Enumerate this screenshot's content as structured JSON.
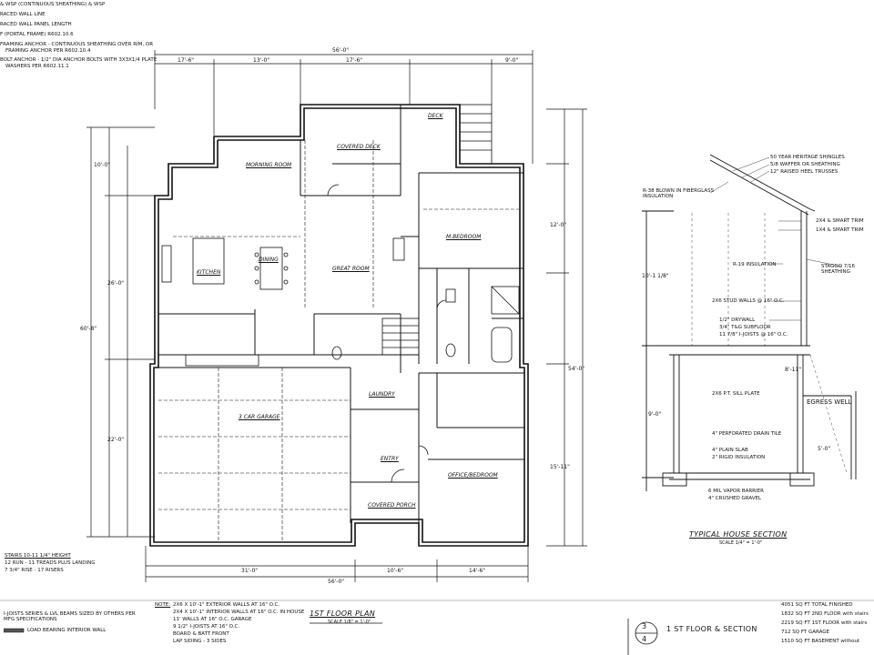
{
  "general_notes": [
    "& WSP (CONTINUOUS SHEATHING) & WSP",
    "RACED WALL LINE",
    "RACED WALL PANEL LENGTH",
    "F (PORTAL FRAME) R602.10.6",
    "FRAMING ANCHOR - CONTINUOUS SHEATHING OVER RIM, OR",
    "FRAMING ANCHOR PER R602.10.4",
    "BOLT ANCHOR - 1/2\" DIA ANCHOR BOLTS WITH 3X3X1/4 PLATE",
    "WASHERS PER R602.11.1"
  ],
  "rooms": {
    "morning_room": "MORNING ROOM",
    "kitchen": "KITCHEN",
    "dining": "DINING",
    "great_room": "GREAT ROOM",
    "m_bedroom": "M.BEDROOM",
    "covered_deck": "COVERED DECK",
    "deck": "DECK",
    "garage": "3 CAR GARAGE",
    "laundry": "LAUNDRY",
    "entry": "ENTRY",
    "office": "OFFICE/BEDROOM",
    "covered_porch": "COVERED PORCH"
  },
  "dimensions": {
    "overall_top": "56'-0\"",
    "overall_bottom": "56'-0\"",
    "top_left": "17'-6\"",
    "top_mid": "13'-0\"",
    "top_mid2": "17'-6\"",
    "top_right": "9'-0\"",
    "bottom_left": "31'-0\"",
    "bottom_mid": "10'-6\"",
    "bottom_right": "14'-6\"",
    "left_overall": "60'-8\"",
    "right_overall": "54'-0\"",
    "left_a": "10'-0\"",
    "left_b": "26'-0\"",
    "left_c": "22'-0\"",
    "right_a": "12'-0\"",
    "right_b": "15'-11\""
  },
  "plan_title": "1ST FLOOR PLAN",
  "plan_scale": "SCALE 1/8\" = 1'-0\"",
  "section_title": "TYPICAL HOUSE SECTION",
  "section_scale": "SCALE 1/4\" = 1'-0\"",
  "section_notes": [
    "50 YEAR HERITAGE SHINGLES",
    "5/8 WAFFER OR SHEATHING",
    "12\" RAISED HEEL TRUSSES",
    "R-38 BLOWN IN FIBERGLASS INSULATION",
    "2X4 & SMART TRIM",
    "1X4 & SMART TRIM",
    "R-19 INSULATION",
    "STAGGO 7/16 SHEATHING",
    "2X6 STUD WALLS @ 16\" O.C.",
    "1/2\" DRYWALL",
    "3/4\" T&G SUBFLOOR",
    "11 7/8\" I-JOISTS @ 16\" O.C.",
    "2X6 P.T. SILL PLATE",
    "4\" PERFORATED DRAIN TILE",
    "4\" PLAIN SLAB",
    "2\" RIGID INSULATION",
    "6 MIL VAPOR BARRIER",
    "4\" CRUSHED GRAVEL"
  ],
  "section_dims": [
    "10'-1 1/8\"",
    "8'-11\"",
    "9'-0\"",
    "5'-0\""
  ],
  "egress_label": "EGRESS WELL",
  "stairs_note": [
    "STAIRS 10-11 1/4\" HEIGHT",
    "12 RUN - 11 TREADS PLUS LANDING",
    "7 3/4\" RISE - 17 RISERS"
  ],
  "joists_note": "I-JOISTS SERIES & LVL BEAMS SIZED BY OTHERS PER MFG SPECIFICATIONS",
  "bearing_note": "LOAD BEARING INTERIOR WALL",
  "spec_note_label": "NOTE:",
  "spec_notes": [
    "2X6 X 10'-1\" EXTERIOR WALLS AT 16\" O.C.",
    "2X4 X 10'-1\" INTERIOR WALLS AT 16\" O.C. IN HOUSE",
    "11' WALLS AT 16\" O.C. GARAGE",
    "9 1/2\" I-JOISTS AT 16\" O.C.",
    "BOARD & BATT FRONT",
    "LAP SIDING - 3 SIDES"
  ],
  "areas": [
    "4051 SQ FT  TOTAL FINISHED",
    "1832 SQ FT 2ND FLOOR with stairs",
    "2219 SQ FT 1ST FLOOR with stairs",
    "712 SQ FT GARAGE",
    "1510 SQ FT BASEMENT without"
  ],
  "sheet_title": "1 ST FLOOR & SECTION",
  "sheet_number": "3",
  "sheet_total": "4"
}
